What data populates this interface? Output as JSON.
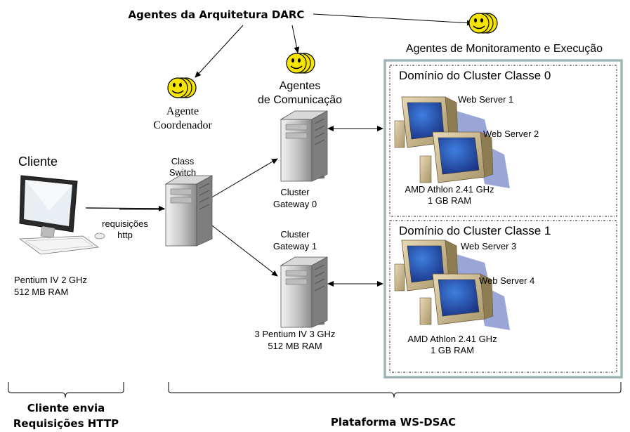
{
  "header": {
    "darc_agents_title": "Agentes da Arquitetura DARC"
  },
  "agents": {
    "coordinator": {
      "line1": "Agente",
      "line2": "Coordenador"
    },
    "communication": {
      "line1": "Agentes",
      "line2": "de Comunicação"
    },
    "monitoring": "Agentes de Monitoramento e Execução"
  },
  "client": {
    "title": "Cliente",
    "spec_line1": "Pentium IV 2 GHz",
    "spec_line2": "512 MB RAM",
    "request_line1": "requisições",
    "request_line2": "http"
  },
  "class_switch": {
    "line1": "Class",
    "line2": "Switch"
  },
  "gateways": {
    "gw0": {
      "line1": "Cluster",
      "line2": "Gateway 0"
    },
    "gw1": {
      "line1": "Cluster",
      "line2": "Gateway 1"
    },
    "spec_line1": "3 Pentium IV 3 GHz",
    "spec_line2": "512 MB RAM"
  },
  "domains": {
    "d0": {
      "title": "Domínio do Cluster Classe 0",
      "server_a": "Web Server 1",
      "server_b": "Web Server 2",
      "spec_line1": "AMD Athlon 2.41 GHz",
      "spec_line2": "1 GB RAM"
    },
    "d1": {
      "title": "Domínio do Cluster Classe 1",
      "server_a": "Web Server 3",
      "server_b": "Web Server 4",
      "spec_line1": "AMD Athlon 2.41 GHz",
      "spec_line2": "1 GB RAM"
    }
  },
  "footer": {
    "client_line1": "Cliente envia",
    "client_line2": "Requisições HTTP",
    "platform": "Plataforma WS-DSAC"
  },
  "colors": {
    "smiley_fill": "#f5e400",
    "monitor_screen": "#1f3f9e",
    "shadow_blue": "#9aa6d8",
    "beige": "#d9c8a0",
    "outer_border": "#9fb6b6"
  }
}
